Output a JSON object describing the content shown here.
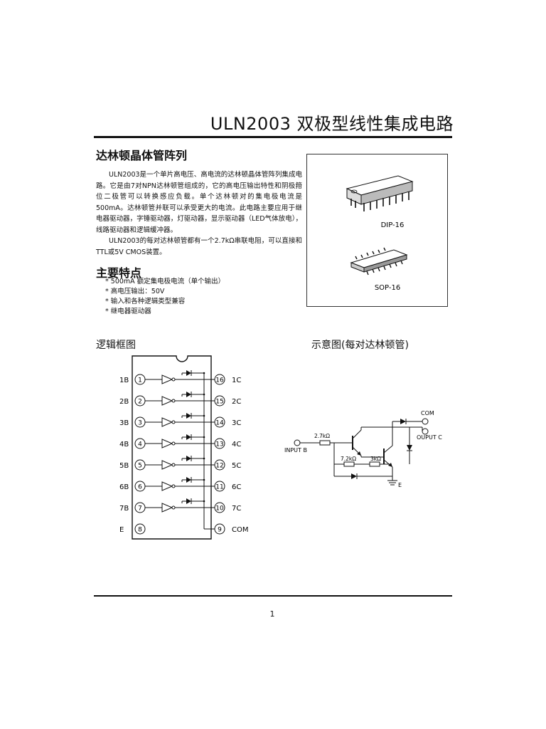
{
  "header": {
    "title": "ULN2003 双极型线性集成电路"
  },
  "intro": {
    "heading": "达林顿晶体管阵列",
    "paragraph1": "ULN2003是一个单片高电压、高电流的达林顿晶体管阵列集成电路。它是由7对NPN达林顿管组成的，它的高电压输出特性和阴极箝位二极管可以转换感应负载。单个达林顿对的集电极电流是500mA。达林顿管并联可以承受更大的电流。此电路主要应用于继电器驱动器，字锤驱动器，灯驱动器，显示驱动器（LED气体放电），线路驱动器和逻辑缓冲器。",
    "paragraph2": "ULN2003的每对达林顿管都有一个2.7kΩ串联电阻，可以直接和TTL或5V CMOS装置。"
  },
  "packages": {
    "dip_label": "DIP-16",
    "sop_label": "SOP-16"
  },
  "features": {
    "heading": "主要特点",
    "items": [
      "* 500mA 额定集电极电流（单个输出）",
      "* 高电压输出：50V",
      "* 输入和各种逻辑类型兼容",
      "* 继电器驱动器"
    ]
  },
  "logic_diagram": {
    "heading": "逻辑框图",
    "left_labels": [
      "1B",
      "2B",
      "3B",
      "4B",
      "5B",
      "6B",
      "7B",
      "E"
    ],
    "left_pins": [
      "1",
      "2",
      "3",
      "4",
      "5",
      "6",
      "7",
      "8"
    ],
    "right_pins": [
      "16",
      "15",
      "14",
      "13",
      "12",
      "11",
      "10",
      "9"
    ],
    "right_labels": [
      "1C",
      "2C",
      "3C",
      "4C",
      "5C",
      "6C",
      "7C",
      "COM"
    ]
  },
  "schematic": {
    "heading": "示意图(每对达林顿管)",
    "input_label": "INPUT B",
    "r1_label": "2.7kΩ",
    "r2_label": "7.2kΩ",
    "r3_label": "3kΩ",
    "com_label": "COM",
    "output_label": "OUPUT C",
    "e_label": "E"
  },
  "footer": {
    "page_number": "1"
  }
}
